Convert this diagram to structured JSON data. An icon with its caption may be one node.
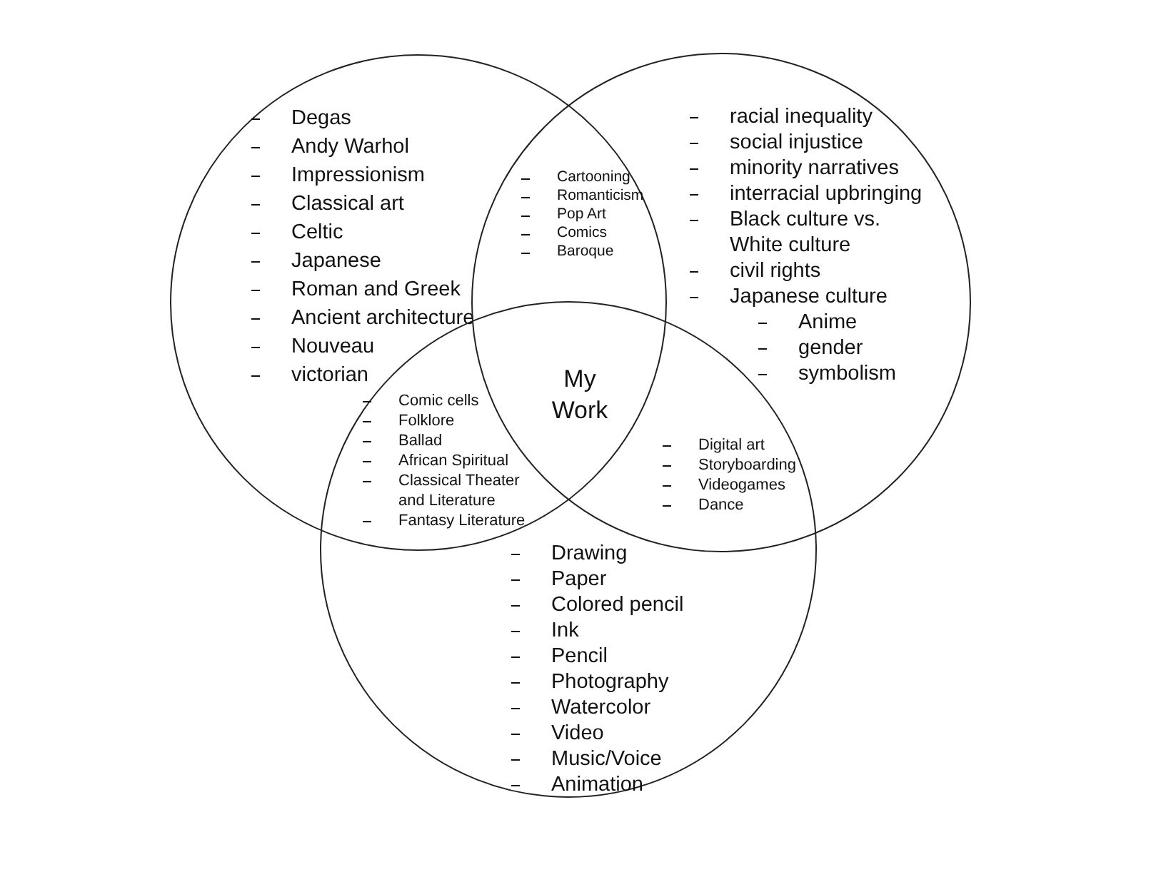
{
  "diagram": {
    "nodes": [
      {
        "text": [
          "Degas",
          "Andy Warhol",
          "Impressionism",
          "Classical art",
          "Celtic",
          "Japanese",
          "Roman and Greek",
          "Ancient architecture",
          "Nouveau",
          "victorian"
        ]
      },
      {
        "text": [
          "racial inequality",
          "social injustice",
          "minority narratives",
          "interracial upbringing",
          "Black culture vs. White culture",
          "civil rights",
          "Japanese culture",
          "Anime",
          "gender",
          "symbolism"
        ]
      },
      {
        "text": [
          "Drawing",
          "Paper",
          "Colored pencil",
          "Ink",
          "Pencil",
          "Photography",
          "Watercolor",
          "Video",
          "Music/Voice",
          "Animation"
        ]
      }
    ],
    "labels": [
      "Cartooning",
      "Romanticism",
      "Pop Art",
      "Comics",
      "Baroque",
      "My Work",
      "Comic cells",
      "Folklore",
      "Ballad",
      "African Spiritual",
      "Classical Theater and Literature",
      "Fantasy Literature",
      "Digital art",
      "Storyboarding",
      "Videogames",
      "Dance"
    ]
  }
}
